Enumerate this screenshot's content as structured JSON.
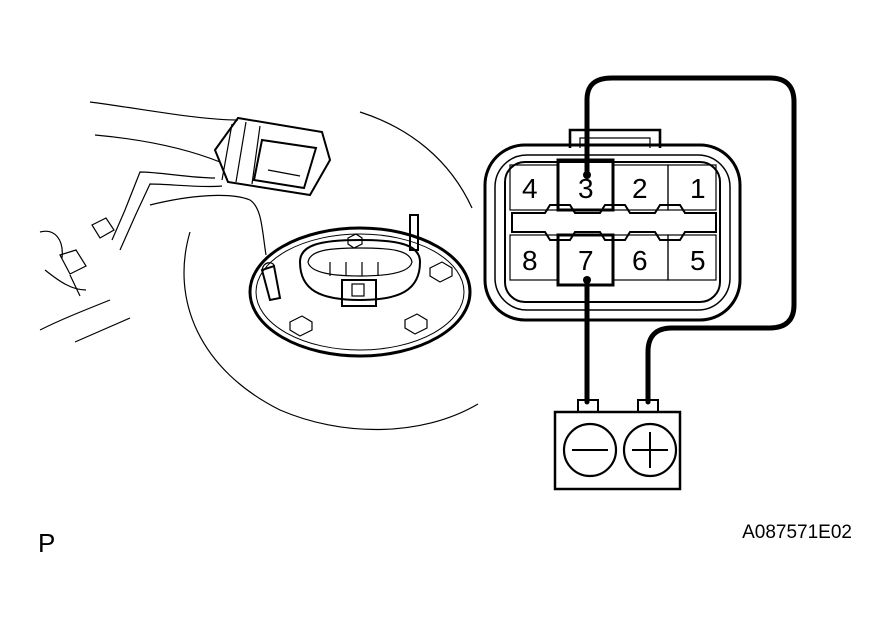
{
  "diagram": {
    "connector_pins": [
      "1",
      "2",
      "3",
      "4",
      "5",
      "6",
      "7",
      "8"
    ],
    "highlighted_pins": [
      "3",
      "7"
    ],
    "battery": {
      "negative_icon": "minus-icon",
      "positive_icon": "plus-icon"
    },
    "view_label": "P",
    "figure_code": "A087571E02"
  }
}
